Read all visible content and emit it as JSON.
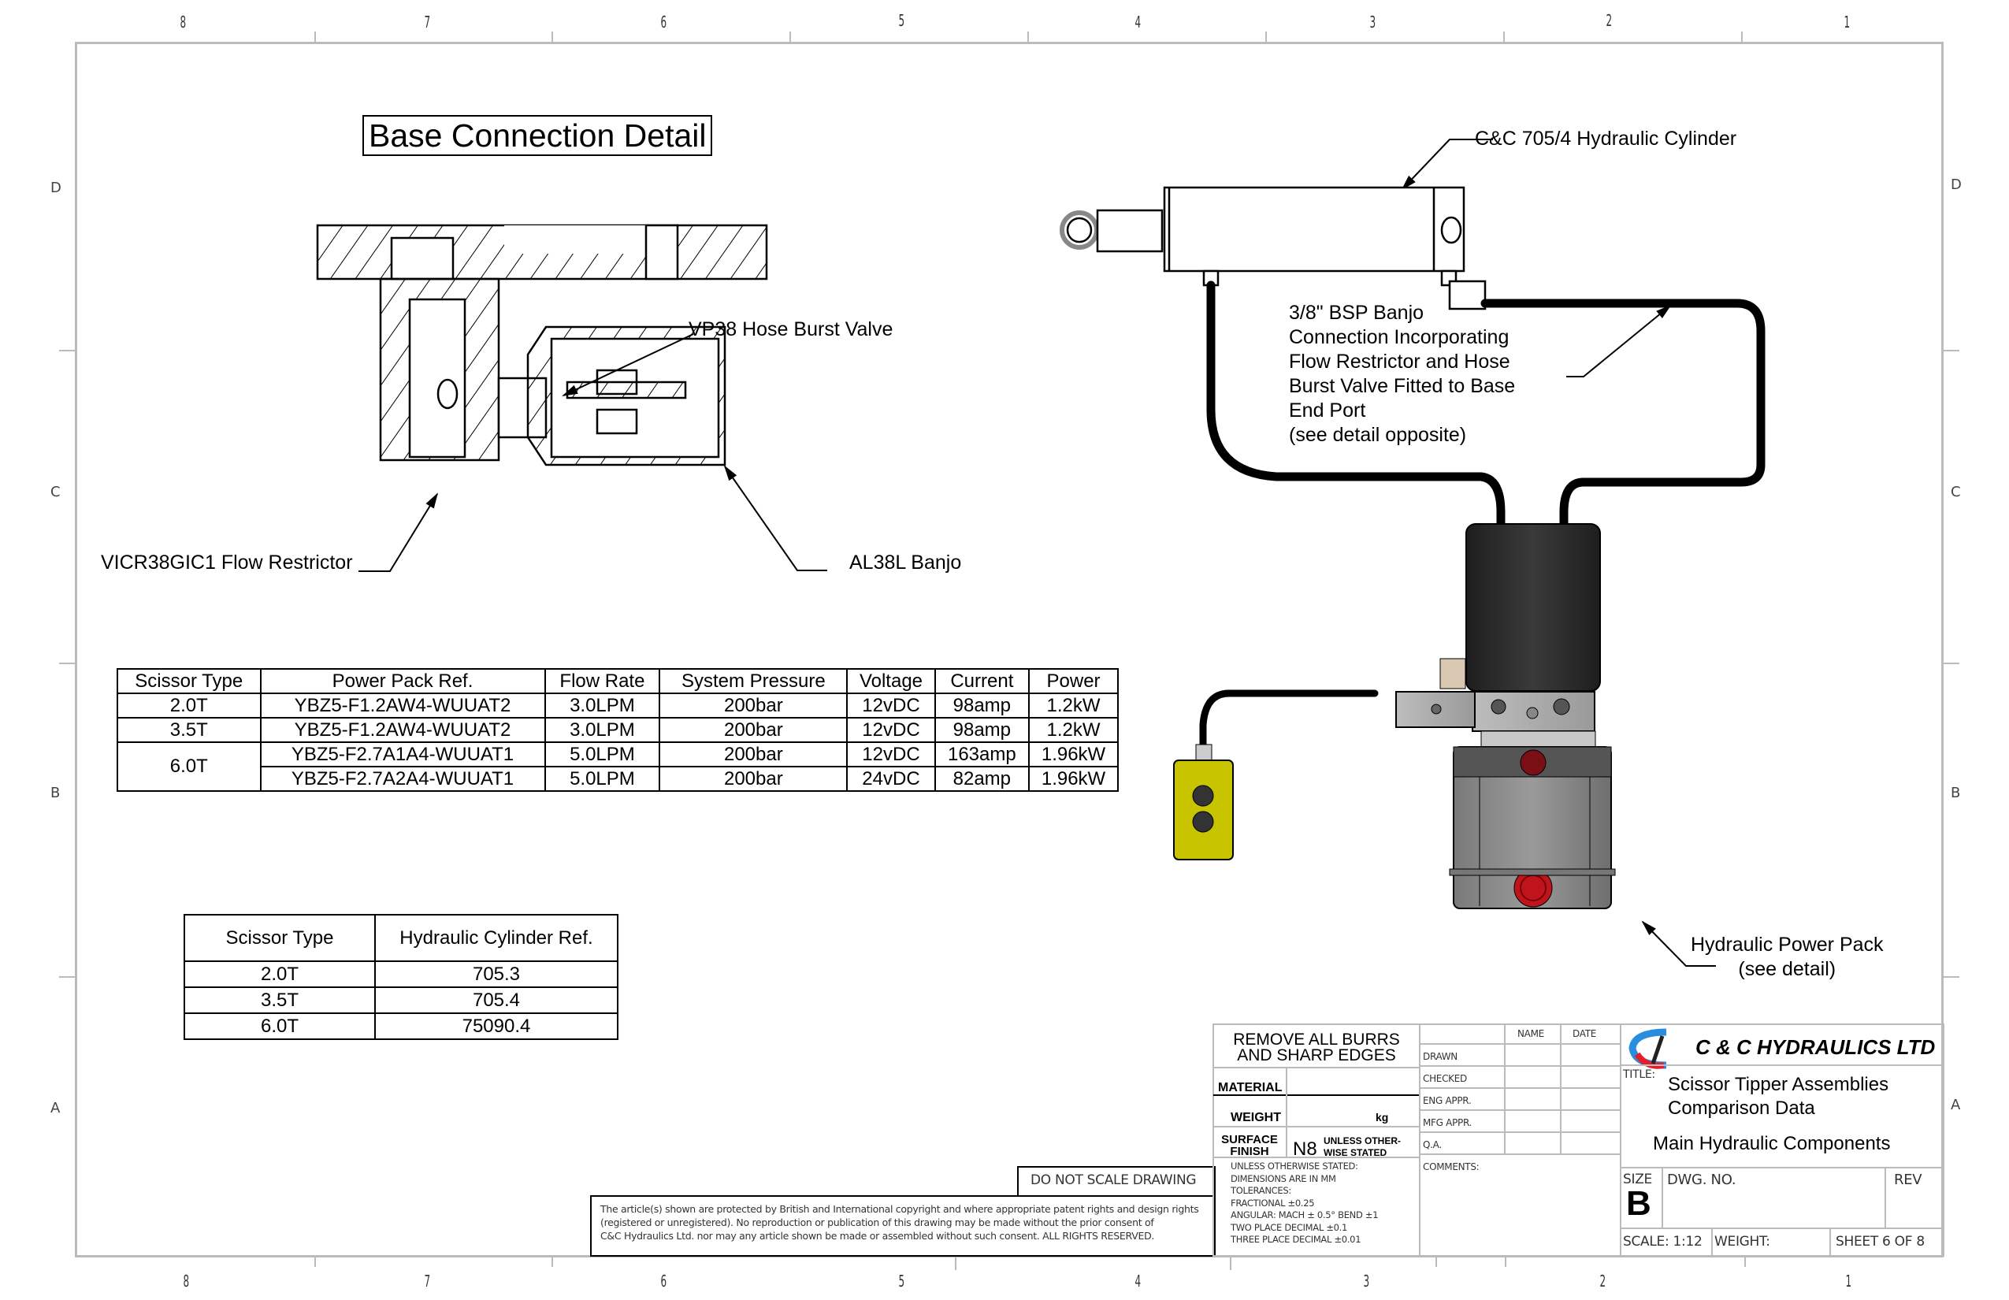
{
  "border": {
    "columns_top": [
      "8",
      "7",
      "6",
      "5",
      "4",
      "3",
      "2",
      "1"
    ],
    "columns_bottom": [
      "8",
      "7",
      "6",
      "5",
      "4",
      "3",
      "2",
      "1"
    ],
    "rows_left": [
      "D",
      "C",
      "B",
      "A"
    ],
    "rows_right": [
      "D",
      "C",
      "B",
      "A"
    ]
  },
  "detail": {
    "title": "Base Connection Detail",
    "labels": {
      "hose_burst_valve": "VP38 Hose Burst Valve",
      "flow_restrictor": "VICR38GIC1 Flow Restrictor",
      "banjo": "AL38L Banjo"
    }
  },
  "assembly": {
    "cylinder_label": "C&C 705/4 Hydraulic Cylinder",
    "banjo_note": [
      "3/8\" BSP Banjo",
      "Connection Incorporating",
      "Flow Restrictor and Hose",
      "Burst Valve Fitted to Base",
      "End Port",
      "(see detail opposite)"
    ],
    "power_pack_label": "Hydraulic Power Pack",
    "power_pack_sub": "(see detail)",
    "colors": {
      "pendant": "#c8c400",
      "motor": "#2a2a2a",
      "tank": "#8a8a8a",
      "filler_cap": "#b0141c"
    }
  },
  "power_pack_table": {
    "headers": [
      "Scissor Type",
      "Power Pack Ref.",
      "Flow Rate",
      "System Pressure",
      "Voltage",
      "Current",
      "Power"
    ],
    "rows": [
      {
        "type": "2.0T",
        "ref": "YBZ5-F1.2AW4-WUUAT2",
        "flow": "3.0LPM",
        "pressure": "200bar",
        "voltage": "12vDC",
        "current": "98amp",
        "power": "1.2kW"
      },
      {
        "type": "3.5T",
        "ref": "YBZ5-F1.2AW4-WUUAT2",
        "flow": "3.0LPM",
        "pressure": "200bar",
        "voltage": "12vDC",
        "current": "98amp",
        "power": "1.2kW"
      },
      {
        "type": "6.0T",
        "ref": "YBZ5-F2.7A1A4-WUUAT1",
        "flow": "5.0LPM",
        "pressure": "200bar",
        "voltage": "12vDC",
        "current": "163amp",
        "power": "1.96kW"
      },
      {
        "type": "",
        "ref": "YBZ5-F2.7A2A4-WUUAT1",
        "flow": "5.0LPM",
        "pressure": "200bar",
        "voltage": "24vDC",
        "current": "82amp",
        "power": "1.96kW"
      }
    ]
  },
  "cylinder_table": {
    "headers": [
      "Scissor Type",
      "Hydraulic Cylinder Ref."
    ],
    "rows": [
      {
        "type": "2.0T",
        "ref": "705.3"
      },
      {
        "type": "3.5T",
        "ref": "705.4"
      },
      {
        "type": "6.0T",
        "ref": "75090.4"
      }
    ]
  },
  "title_block": {
    "do_not_scale": "DO NOT SCALE DRAWING",
    "copyright": [
      "The article(s) shown are protected by British and International copyright and where appropriate patent rights and design rights",
      "(registered or unregistered). No reproduction or publication of this drawing may be made without the prior consent of",
      "C&C Hydraulics Ltd. nor may any article shown be made or assembled without such consent. ALL RIGHTS RESERVED."
    ],
    "burrs_line1": "REMOVE ALL BURRS",
    "burrs_line2": "AND SHARP EDGES",
    "material_label": "MATERIAL",
    "material_value": "",
    "weight_label": "WEIGHT",
    "weight_unit": "kg",
    "surface_label_1": "SURFACE",
    "surface_label_2": "FINISH",
    "surface_value": "N8",
    "surface_note_1": "UNLESS OTHER-",
    "surface_note_2": "WISE STATED",
    "tolerances": [
      "UNLESS OTHERWISE STATED:",
      "DIMENSIONS ARE IN MM",
      "TOLERANCES:",
      "FRACTIONAL ±0.25",
      "ANGULAR: MACH ± 0.5° BEND ±1",
      "TWO PLACE DECIMAL    ±0.1",
      "THREE PLACE DECIMAL  ±0.01"
    ],
    "approvals_header": {
      "name": "NAME",
      "date": "DATE"
    },
    "approvals": [
      "DRAWN",
      "CHECKED",
      "ENG APPR.",
      "MFG APPR.",
      "Q.A."
    ],
    "comments_label": "COMMENTS:",
    "company": "C & C HYDRAULICS LTD",
    "logo_colors": {
      "blue": "#2a8ee0",
      "red": "#e0202a"
    },
    "title_label": "TITLE:",
    "title_line1": "Scissor Tipper Assemblies",
    "title_line2": "Comparison Data",
    "title_line3": "Main Hydraulic Components",
    "size_label": "SIZE",
    "size_value": "B",
    "dwg_no_label": "DWG.  NO.",
    "rev_label": "REV",
    "scale": "SCALE: 1:12",
    "weight_field": "WEIGHT:",
    "sheet": "SHEET 6 OF 8"
  }
}
